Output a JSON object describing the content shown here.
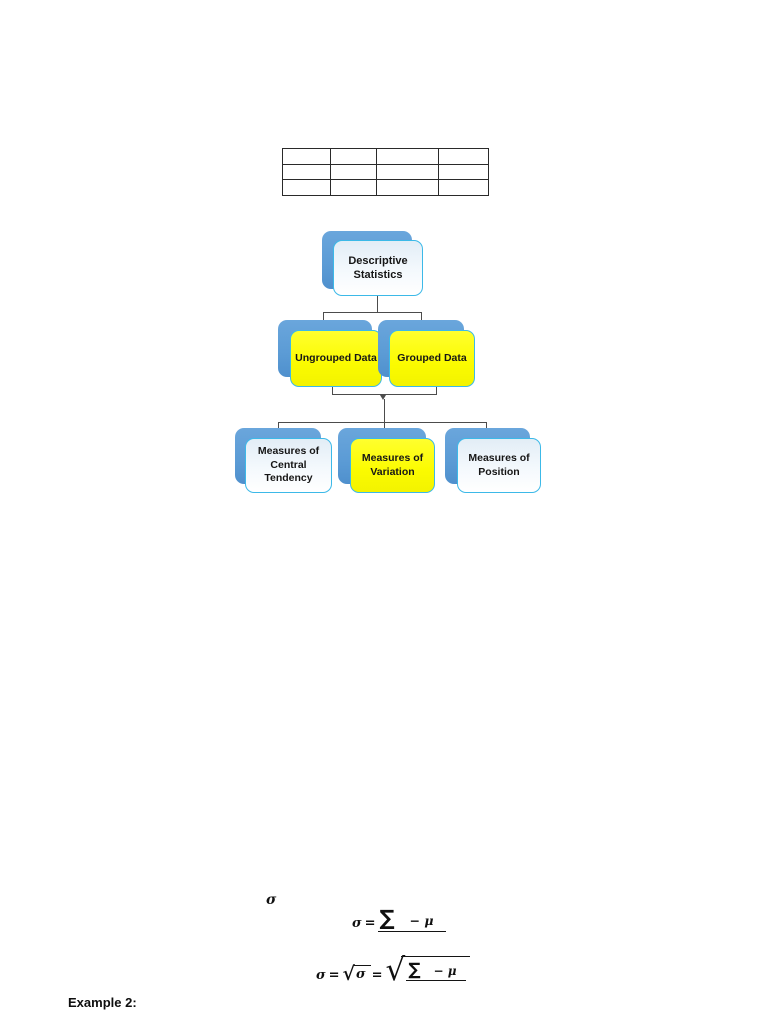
{
  "table": {
    "rows": 3,
    "cols": 4
  },
  "diagram": {
    "root_label": "Descriptive Statistics",
    "ungrouped_label": "Ungrouped Data",
    "grouped_label": "Grouped Data",
    "central_label": "Measures of Central Tendency",
    "variation_label": "Measures of Variation",
    "position_label": "Measures of Position"
  },
  "colors": {
    "shadow_blue": "#5b9bd5",
    "box_border_cyan": "#3cb9e8",
    "highlight_yellow": "#fbfb00",
    "light_fill": "#eaf2f9",
    "connector_gray": "#4c4c4c"
  },
  "formulas": {
    "sigma": "σ",
    "variance": {
      "lhs": "σ",
      "equals": "=",
      "sum": "∑",
      "tail": "− μ"
    },
    "stddev": {
      "lhs": "σ",
      "equals": "=",
      "radical": "√",
      "inner": "σ",
      "equals2": "=",
      "sum": "∑",
      "tail": "− μ"
    }
  },
  "footer": {
    "example_label": "Example 2:"
  }
}
